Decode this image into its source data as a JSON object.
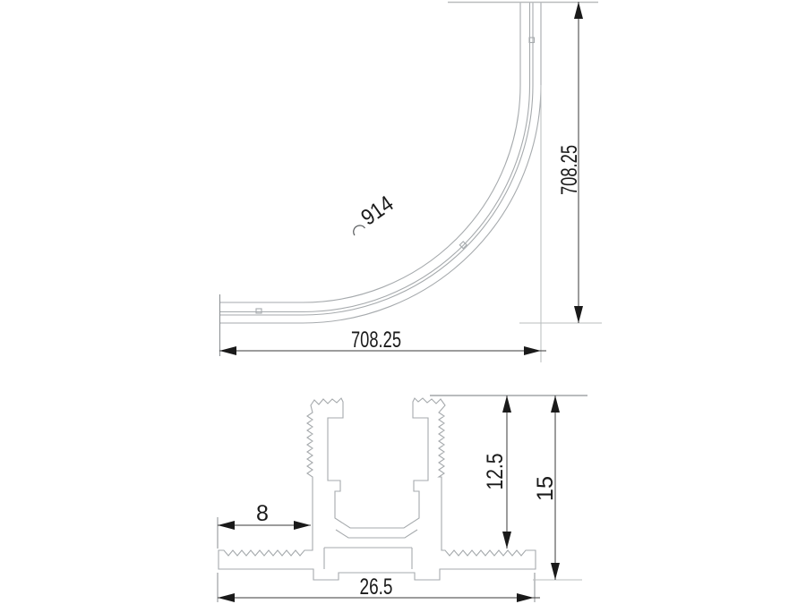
{
  "drawing": {
    "plan_view": {
      "arc_length_label": "914",
      "vertical_dim": "708.25",
      "horizontal_dim": "708.25"
    },
    "section_view": {
      "wing_dim": "8",
      "inner_height_dim": "12.5",
      "total_height_dim": "15",
      "total_width_dim": "26.5"
    },
    "colors": {
      "geometry_line": "#a6aaad",
      "extension_line": "#b9bcbe",
      "dimension_line": "#3a3a3a",
      "arrow": "#1a1a1a"
    }
  }
}
